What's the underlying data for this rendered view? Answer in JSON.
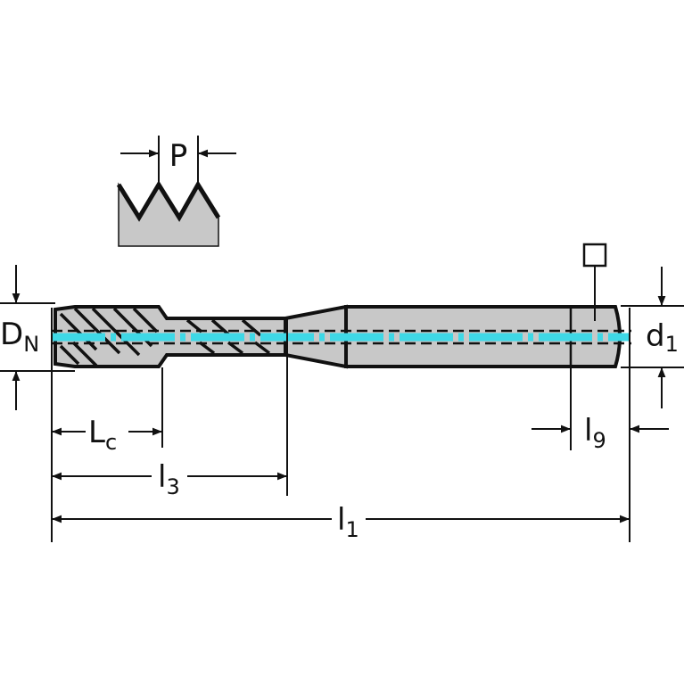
{
  "labels": {
    "pitch": "P",
    "nominal_diameter": {
      "main": "D",
      "sub": "N"
    },
    "shank_diameter": {
      "main": "d",
      "sub": "1"
    },
    "chamfer_length": {
      "main": "L",
      "sub": "c"
    },
    "thread_length": {
      "main": "l",
      "sub": "3"
    },
    "overall_length": {
      "main": "l",
      "sub": "1"
    },
    "square_length": {
      "main": "l",
      "sub": "9"
    }
  },
  "colors": {
    "body": "#c8c8c8",
    "outline": "#111111",
    "coolant": "#3fd8e6",
    "background": "#ffffff"
  }
}
